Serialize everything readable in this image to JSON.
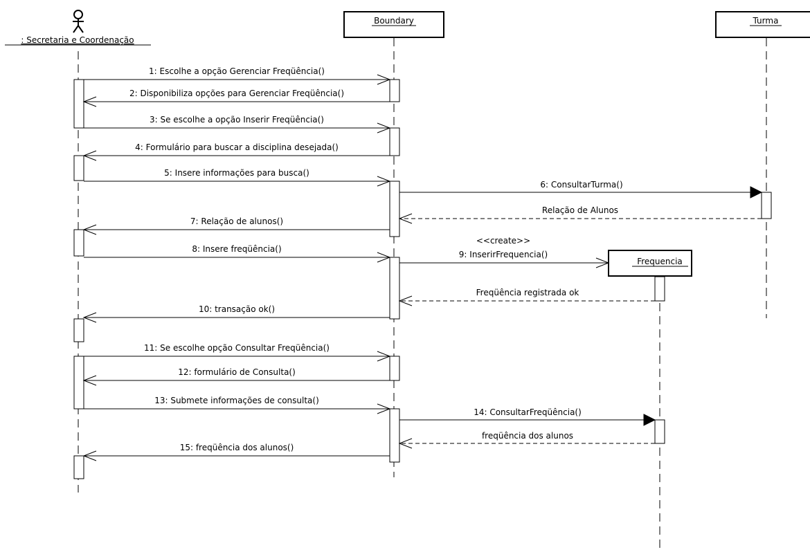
{
  "diagram": {
    "participants": {
      "actor": ": Secretaria e Coordenação",
      "boundary": "Boundary",
      "turma": "Turma",
      "frequencia": "Frequencia"
    },
    "stereotype": "<<create>>",
    "messages": [
      "1: Escolhe a opção Gerenciar Freqüência()",
      "2: Disponibiliza opções para Gerenciar Freqüência()",
      "3: Se escolhe a opção Inserir Freqüência()",
      "4: Formulário para buscar a disciplina desejada()",
      "5: Insere informações para busca()",
      "6: ConsultarTurma()",
      "Relação de Alunos",
      "7: Relação de alunos()",
      "8: Insere freqüência()",
      "9: InserirFrequencia()",
      "Freqüência registrada ok",
      "10: transação ok()",
      "11: Se escolhe opção Consultar Freqüência()",
      "12: formulário de Consulta()",
      "13: Submete informações de consulta()",
      "14: ConsultarFreqüência()",
      "freqüência dos alunos",
      "15: freqüência dos alunos()"
    ]
  }
}
